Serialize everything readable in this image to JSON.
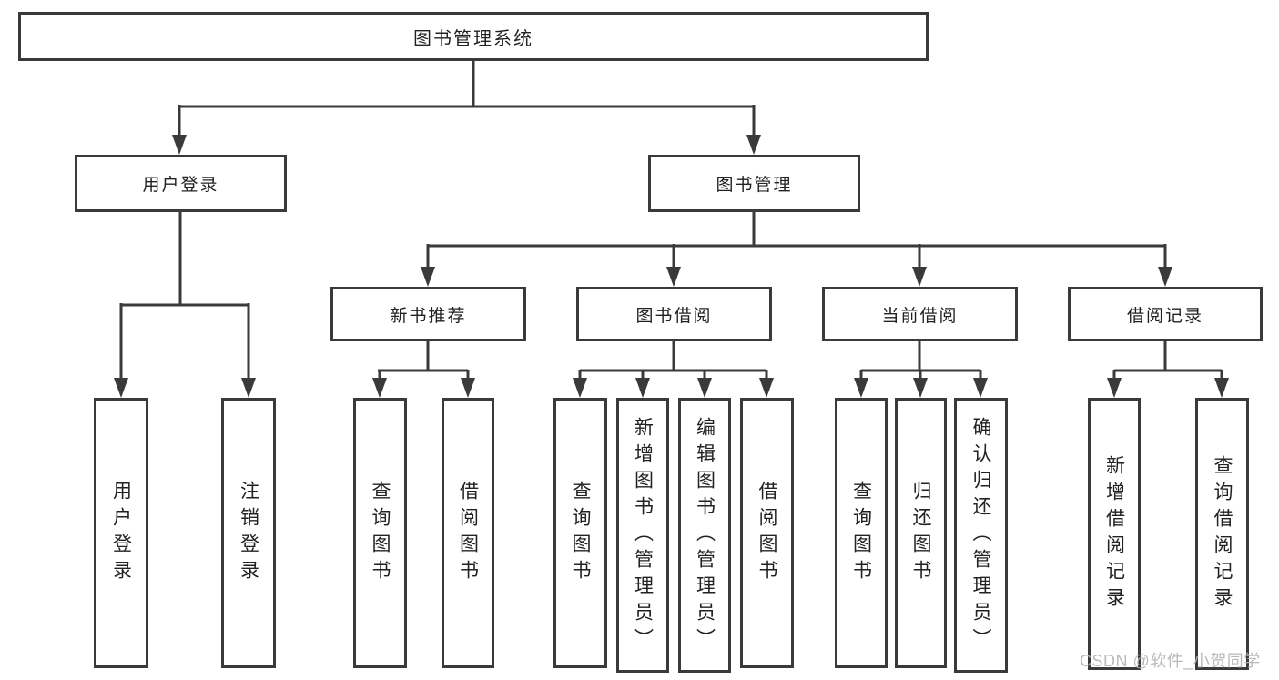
{
  "page": {
    "background": "#ffffff",
    "line_color": "#3a3a3a",
    "text_color": "#222222",
    "watermark_color": "#b4b4b4"
  },
  "nodes": {
    "root": {
      "label": "图书管理系统"
    },
    "user_login": {
      "label": "用户登录"
    },
    "book_management": {
      "label": "图书管理"
    },
    "new_book_recommend": {
      "label": "新书推荐"
    },
    "book_borrow": {
      "label": "图书借阅"
    },
    "current_borrow": {
      "label": "当前借阅"
    },
    "borrow_record": {
      "label": "借阅记录"
    },
    "leaf_user_login": {
      "label": "用户登录"
    },
    "leaf_logout": {
      "label": "注销登录"
    },
    "leaf_newbook_query": {
      "label": "查询图书"
    },
    "leaf_newbook_borrow": {
      "label": "借阅图书"
    },
    "leaf_bookborrow_query": {
      "label": "查询图书"
    },
    "leaf_bookborrow_add": {
      "label": "新增图书（管理员）"
    },
    "leaf_bookborrow_edit": {
      "label": "编辑图书（管理员）"
    },
    "leaf_bookborrow_borrow": {
      "label": "借阅图书"
    },
    "leaf_current_query": {
      "label": "查询图书"
    },
    "leaf_current_return": {
      "label": "归还图书"
    },
    "leaf_current_confirm": {
      "label": "确认归还（管理员）"
    },
    "leaf_record_add": {
      "label": "新增借阅记录"
    },
    "leaf_record_query": {
      "label": "查询借阅记录"
    }
  },
  "watermark": {
    "text": "CSDN @软件_小贺同学"
  }
}
